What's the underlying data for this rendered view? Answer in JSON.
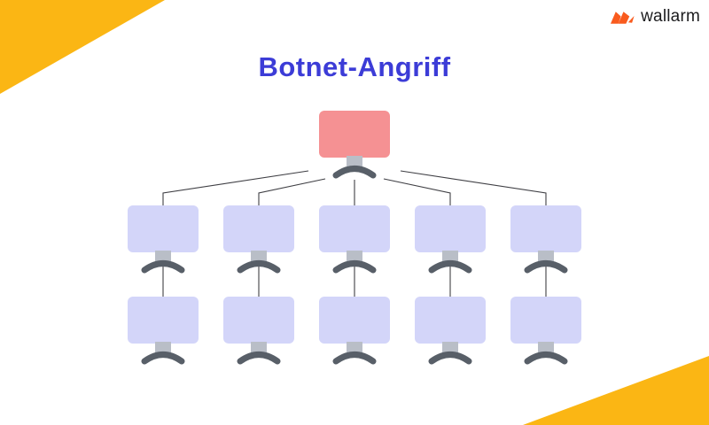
{
  "title": "Botnet-Angriff",
  "logo": {
    "text": "wallarm",
    "icon": "wallarm-zigzag-icon"
  },
  "colors": {
    "background": "#FFFFFF",
    "title_blue": "#3C3CD7",
    "brand_yellow": "#FBB614",
    "logo_orange": "#F95B1E",
    "logo_text": "#1C1C1E",
    "attacker_red": "#F59193",
    "bot_purple": "#D3D5F9",
    "stand_gray": "#B9BEC7",
    "base_gray": "#585F68",
    "line_color": "#3F3F44"
  },
  "diagram": {
    "type": "tree",
    "title": "Botnet-Angriff",
    "levels": [
      {
        "name": "attacker",
        "node_count": 1,
        "node_shape": "desktop-computer",
        "color_ref": "attacker_red"
      },
      {
        "name": "bots-row-1",
        "node_count": 5,
        "node_shape": "desktop-computer",
        "color_ref": "bot_purple"
      },
      {
        "name": "bots-row-2",
        "node_count": 5,
        "node_shape": "desktop-computer",
        "color_ref": "bot_purple"
      }
    ],
    "edges": [
      "attacker -> bots-row-1 node 1",
      "attacker -> bots-row-1 node 2",
      "attacker -> bots-row-1 node 3",
      "attacker -> bots-row-1 node 4",
      "attacker -> bots-row-1 node 5",
      "bots-row-1 node 1 -> bots-row-2 node 1",
      "bots-row-1 node 2 -> bots-row-2 node 2",
      "bots-row-1 node 3 -> bots-row-2 node 3",
      "bots-row-1 node 4 -> bots-row-2 node 4",
      "bots-row-1 node 5 -> bots-row-2 node 5"
    ]
  }
}
